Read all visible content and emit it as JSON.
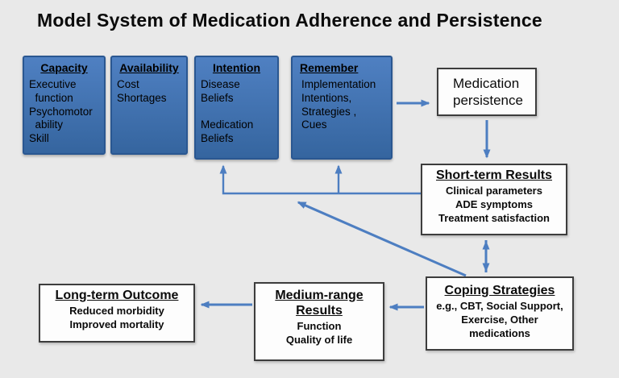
{
  "title": "Model System of Medication Adherence and Persistence",
  "colors": {
    "background": "#e9e9e9",
    "blue_box_fill_top": "#4f80c2",
    "blue_box_fill_bottom": "#35659f",
    "blue_box_border": "#2a5791",
    "arrow": "#4d7ec1",
    "white_box_border": "#3d3d3d",
    "white_box_fill": "#fdfdfd",
    "text": "#0b0b0b"
  },
  "boxes": {
    "capacity": {
      "title": "Capacity",
      "body": "Executive\n  function\nPsychomotor\n  ability\nSkill"
    },
    "availability": {
      "title": "Availability",
      "body": "Cost\nShortages"
    },
    "intention": {
      "title": "Intention",
      "body": "Disease Beliefs\n\nMedication\nBeliefs"
    },
    "remember": {
      "title": "Remember",
      "body": "Implementation\nIntentions,\nStrategies ,\nCues"
    },
    "persistence": {
      "body": "Medication\npersistence"
    },
    "short_term": {
      "title": "Short-term Results",
      "body": "Clinical parameters\nADE symptoms\nTreatment satisfaction"
    },
    "coping": {
      "title": "Coping Strategies",
      "body": "e.g., CBT, Social Support,\nExercise, Other\nmedications"
    },
    "long_term": {
      "title": "Long-term Outcome",
      "body": "Reduced morbidity\nImproved mortality"
    },
    "medium_range": {
      "title": "Medium-range\nResults",
      "body": "Function\nQuality of life"
    }
  },
  "edges": [
    {
      "from": "remember",
      "to": "medication-persistence",
      "bidirectional": false
    },
    {
      "from": "medication-persistence",
      "to": "short-term-results",
      "bidirectional": false
    },
    {
      "from": "short-term-results",
      "to": "coping-strategies",
      "bidirectional": true
    },
    {
      "from": "short-term-results",
      "to": "intention",
      "bidirectional": false
    },
    {
      "from": "short-term-results",
      "to": "remember",
      "bidirectional": false
    },
    {
      "from": "coping-strategies",
      "to": "intention-remember-feedback-line",
      "bidirectional": false
    },
    {
      "from": "coping-strategies",
      "to": "medium-range-results",
      "bidirectional": false
    },
    {
      "from": "medium-range-results",
      "to": "long-term-outcome",
      "bidirectional": false
    }
  ]
}
